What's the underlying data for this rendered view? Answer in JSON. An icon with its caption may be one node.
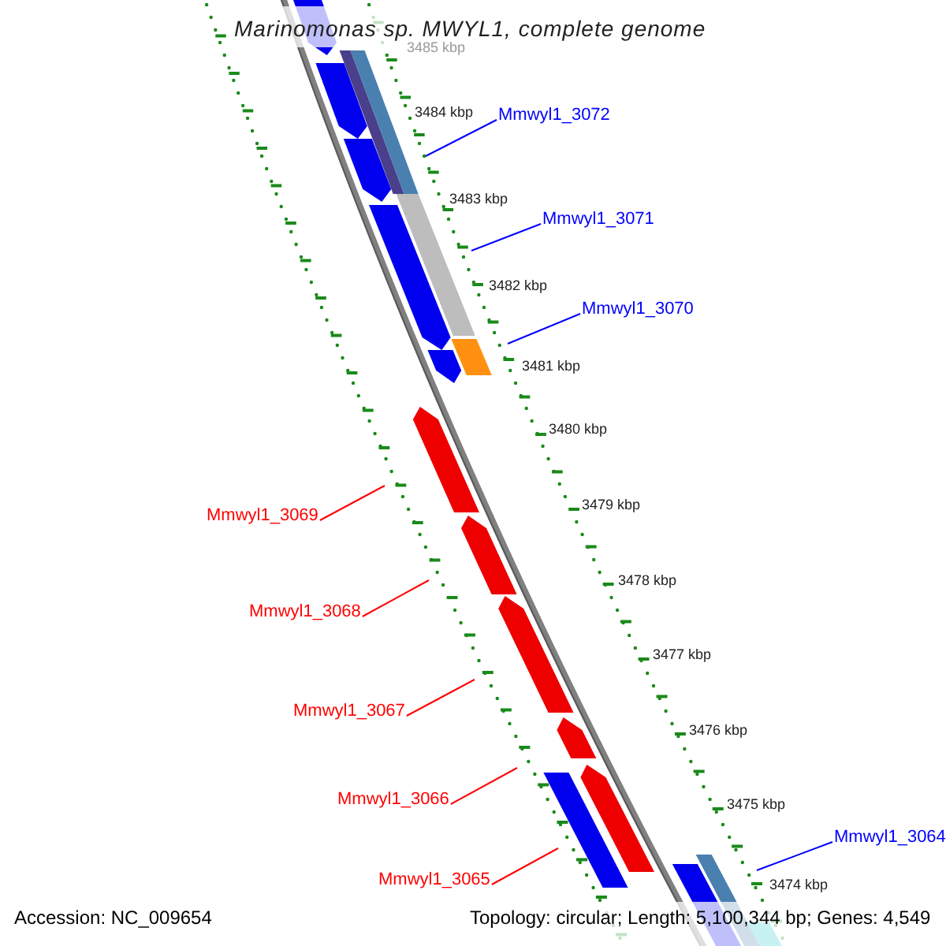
{
  "diagram": {
    "title": "Marinomonas sp. MWYL1, complete genome",
    "nodes": [
      {
        "text": [
          "Mmwyl1_3072"
        ]
      },
      {
        "text": [
          "Mmwyl1_3071"
        ]
      },
      {
        "text": [
          "Mmwyl1_3070"
        ]
      },
      {
        "text": [
          "Mmwyl1_3069"
        ]
      },
      {
        "text": [
          "Mmwyl1_3068"
        ]
      },
      {
        "text": [
          "Mmwyl1_3067"
        ]
      },
      {
        "text": [
          "Mmwyl1_3066"
        ]
      },
      {
        "text": [
          "Mmwyl1_3065"
        ]
      },
      {
        "text": [
          "Mmwyl1_3064"
        ]
      }
    ],
    "edges": [
      {
        "from": 0,
        "to": null,
        "arrow": "none",
        "color": "#0000ff"
      },
      {
        "from": 1,
        "to": null,
        "arrow": "none",
        "color": "#0000ff"
      },
      {
        "from": 2,
        "to": null,
        "arrow": "none",
        "color": "#0000ff"
      },
      {
        "from": 3,
        "to": null,
        "arrow": "none"
      },
      {
        "from": 4,
        "to": null,
        "arrow": "none"
      },
      {
        "from": 5,
        "to": null,
        "arrow": "none"
      },
      {
        "from": 6,
        "to": null,
        "arrow": "none"
      },
      {
        "from": 7,
        "to": null,
        "arrow": "none"
      },
      {
        "from": 8,
        "to": null,
        "arrow": "none",
        "color": "#0000ff"
      }
    ],
    "labels": [
      "3485 kbp",
      "3484 kbp",
      "3483 kbp",
      "3482 kbp",
      "3481 kbp",
      "3480 kbp",
      "3479 kbp",
      "3478 kbp",
      "3477 kbp",
      "3476 kbp",
      "3475 kbp",
      "3474 kbp",
      "Accession: NC_009654",
      "Topology: circular; Length: 5,100,344 bp; Genes: 4,549"
    ]
  }
}
